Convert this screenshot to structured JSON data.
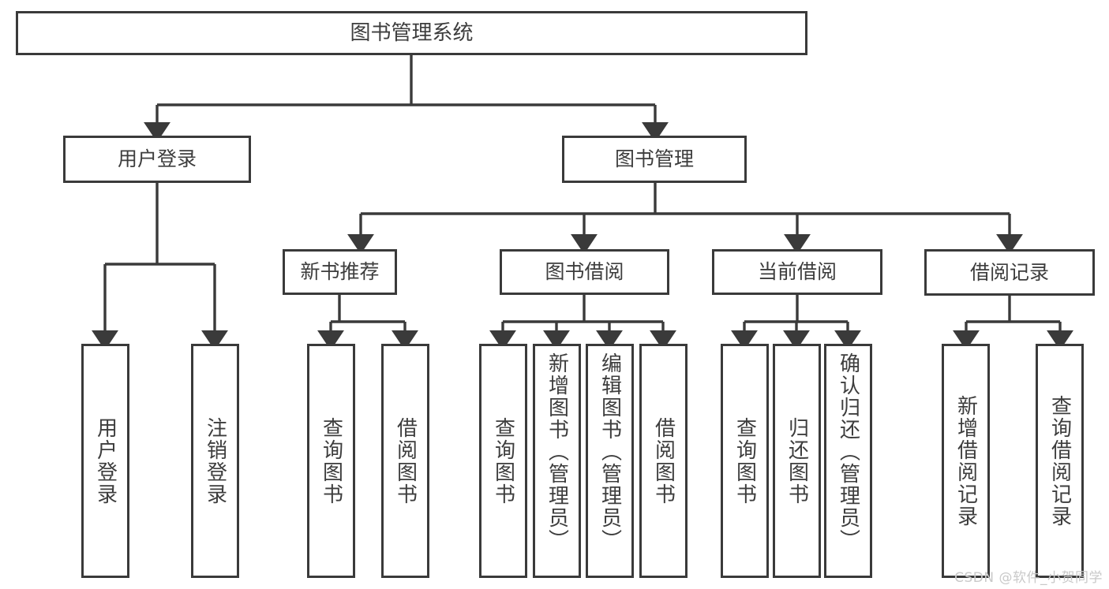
{
  "diagram": {
    "type": "tree-hierarchy",
    "title": "图书管理系统",
    "stroke_color": "#3a3a3a",
    "text_color": "#3d3d3d",
    "background": "#ffffff",
    "watermark": "CSDN @软件_小贺同学"
  },
  "nodes": {
    "root": {
      "label": "图书管理系统"
    },
    "level1": [
      {
        "id": "user-login",
        "label": "用户登录"
      },
      {
        "id": "book-management",
        "label": "图书管理"
      }
    ],
    "level2": [
      {
        "id": "new-book-recommend",
        "label": "新书推荐"
      },
      {
        "id": "book-borrow",
        "label": "图书借阅"
      },
      {
        "id": "current-borrow",
        "label": "当前借阅"
      },
      {
        "id": "borrow-record",
        "label": "借阅记录"
      }
    ],
    "leaves": {
      "user_login": [
        {
          "id": "leaf-user-login",
          "label": "用户登录"
        },
        {
          "id": "leaf-logout-login",
          "label": "注销登录"
        }
      ],
      "new_book_recommend": [
        {
          "id": "leaf-query-book-1",
          "label": "查询图书"
        },
        {
          "id": "leaf-borrow-book-1",
          "label": "借阅图书"
        }
      ],
      "book_borrow": [
        {
          "id": "leaf-query-book-2",
          "label": "查询图书"
        },
        {
          "id": "leaf-add-book",
          "label": "新增图书（管理员）"
        },
        {
          "id": "leaf-edit-book",
          "label": "编辑图书（管理员）"
        },
        {
          "id": "leaf-borrow-book-2",
          "label": "借阅图书"
        }
      ],
      "current_borrow": [
        {
          "id": "leaf-query-book-3",
          "label": "查询图书"
        },
        {
          "id": "leaf-return-book",
          "label": "归还图书"
        },
        {
          "id": "leaf-confirm-return",
          "label": "确认归还（管理员）"
        }
      ],
      "borrow_record": [
        {
          "id": "leaf-add-record",
          "label": "新增借阅记录"
        },
        {
          "id": "leaf-query-record",
          "label": "查询借阅记录"
        }
      ]
    }
  },
  "edges": [
    {
      "from": "root",
      "to": "user-login"
    },
    {
      "from": "root",
      "to": "book-management"
    },
    {
      "from": "user-login",
      "to": "leaf-user-login"
    },
    {
      "from": "user-login",
      "to": "leaf-logout-login"
    },
    {
      "from": "book-management",
      "to": "new-book-recommend"
    },
    {
      "from": "book-management",
      "to": "book-borrow"
    },
    {
      "from": "book-management",
      "to": "current-borrow"
    },
    {
      "from": "book-management",
      "to": "borrow-record"
    },
    {
      "from": "new-book-recommend",
      "to": "leaf-query-book-1"
    },
    {
      "from": "new-book-recommend",
      "to": "leaf-borrow-book-1"
    },
    {
      "from": "book-borrow",
      "to": "leaf-query-book-2"
    },
    {
      "from": "book-borrow",
      "to": "leaf-add-book"
    },
    {
      "from": "book-borrow",
      "to": "leaf-edit-book"
    },
    {
      "from": "book-borrow",
      "to": "leaf-borrow-book-2"
    },
    {
      "from": "current-borrow",
      "to": "leaf-query-book-3"
    },
    {
      "from": "current-borrow",
      "to": "leaf-return-book"
    },
    {
      "from": "current-borrow",
      "to": "leaf-confirm-return"
    },
    {
      "from": "borrow-record",
      "to": "leaf-add-record"
    },
    {
      "from": "borrow-record",
      "to": "leaf-query-record"
    }
  ]
}
